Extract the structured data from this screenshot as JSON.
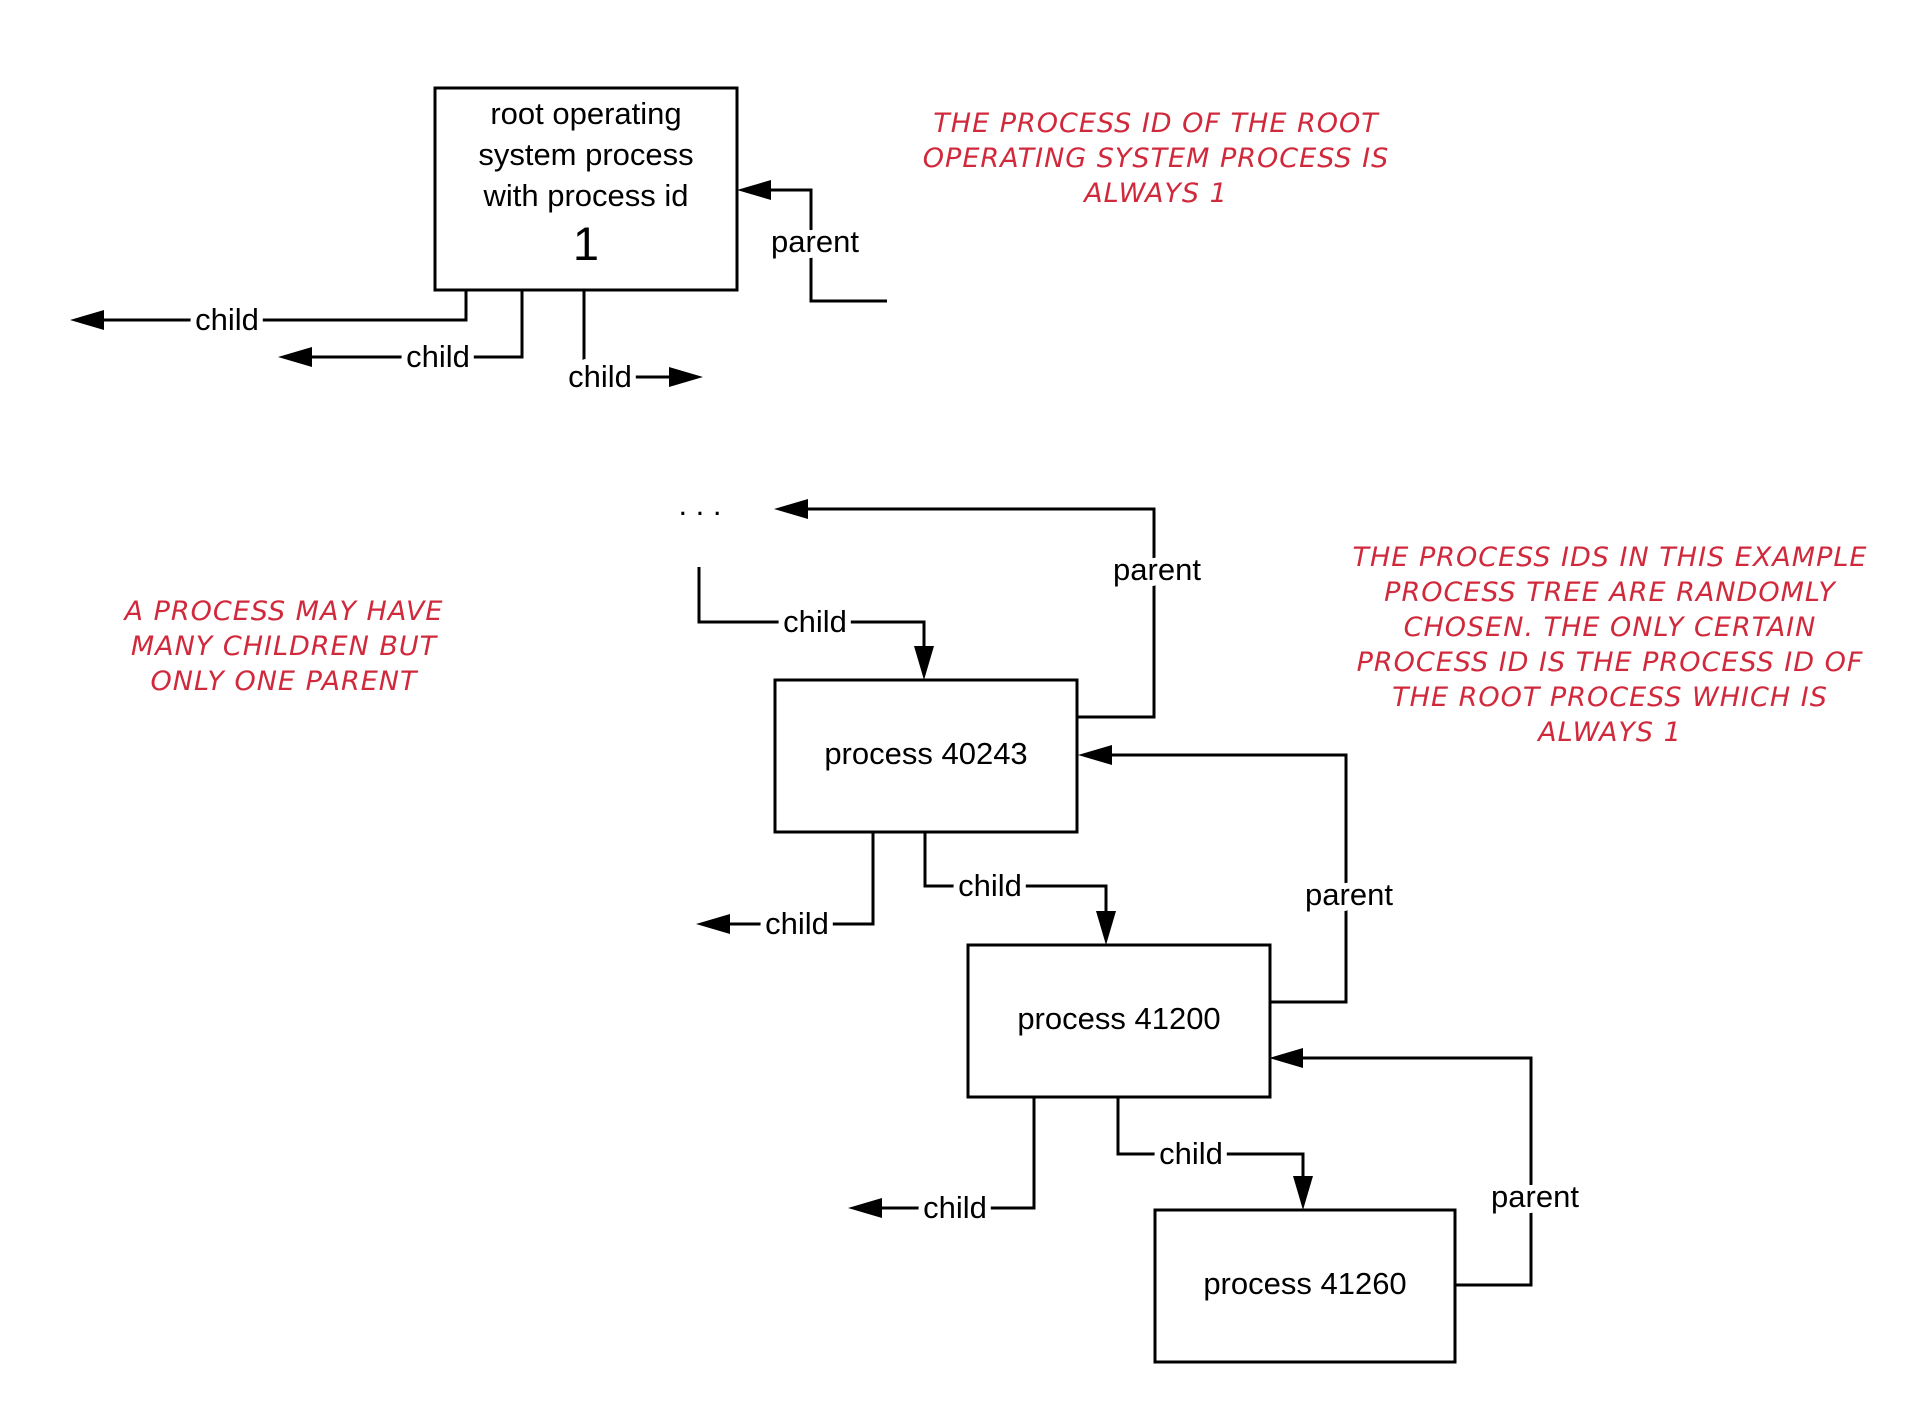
{
  "nodes": {
    "root": {
      "lines": [
        "root operating",
        "system process",
        "with process id"
      ],
      "pid": "1"
    },
    "p40243": "process 40243",
    "p41200": "process 41200",
    "p41260": "process 41260"
  },
  "ellipsis": ". . .",
  "edge_labels": {
    "child": "child",
    "parent": "parent"
  },
  "notes": {
    "root_pid": [
      "The process ID of the root",
      "operating system process is",
      "always 1"
    ],
    "many_children": [
      "A process may have",
      "many children but",
      "only one parent"
    ],
    "random_ids": [
      "The process IDs in this example",
      "process tree are randomly",
      "chosen. The only certain",
      "process ID is the process ID of",
      "the root process which is",
      "always 1"
    ]
  },
  "colors": {
    "note": "#d0293c",
    "line": "#000000"
  }
}
